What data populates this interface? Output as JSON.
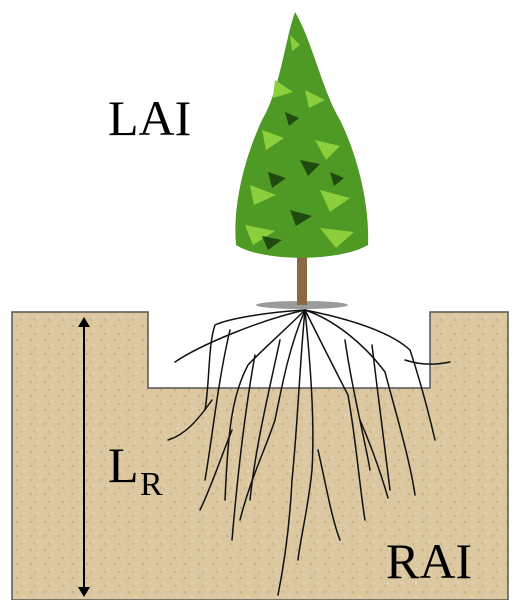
{
  "labels": {
    "lai": "LAI",
    "lr_main": "L",
    "lr_sub": "R",
    "rai": "RAI"
  },
  "colors": {
    "soil": "#dcc8a0",
    "soil_dark": "#c9b07e",
    "foliage_light": "#8ccf3c",
    "foliage_mid": "#4f9a25",
    "foliage_dark": "#1f4a10",
    "trunk": "#8a6a45",
    "root": "#111111"
  },
  "icons": {
    "tree": "conifer-tree-icon",
    "arrow": "double-headed-arrow-icon"
  }
}
